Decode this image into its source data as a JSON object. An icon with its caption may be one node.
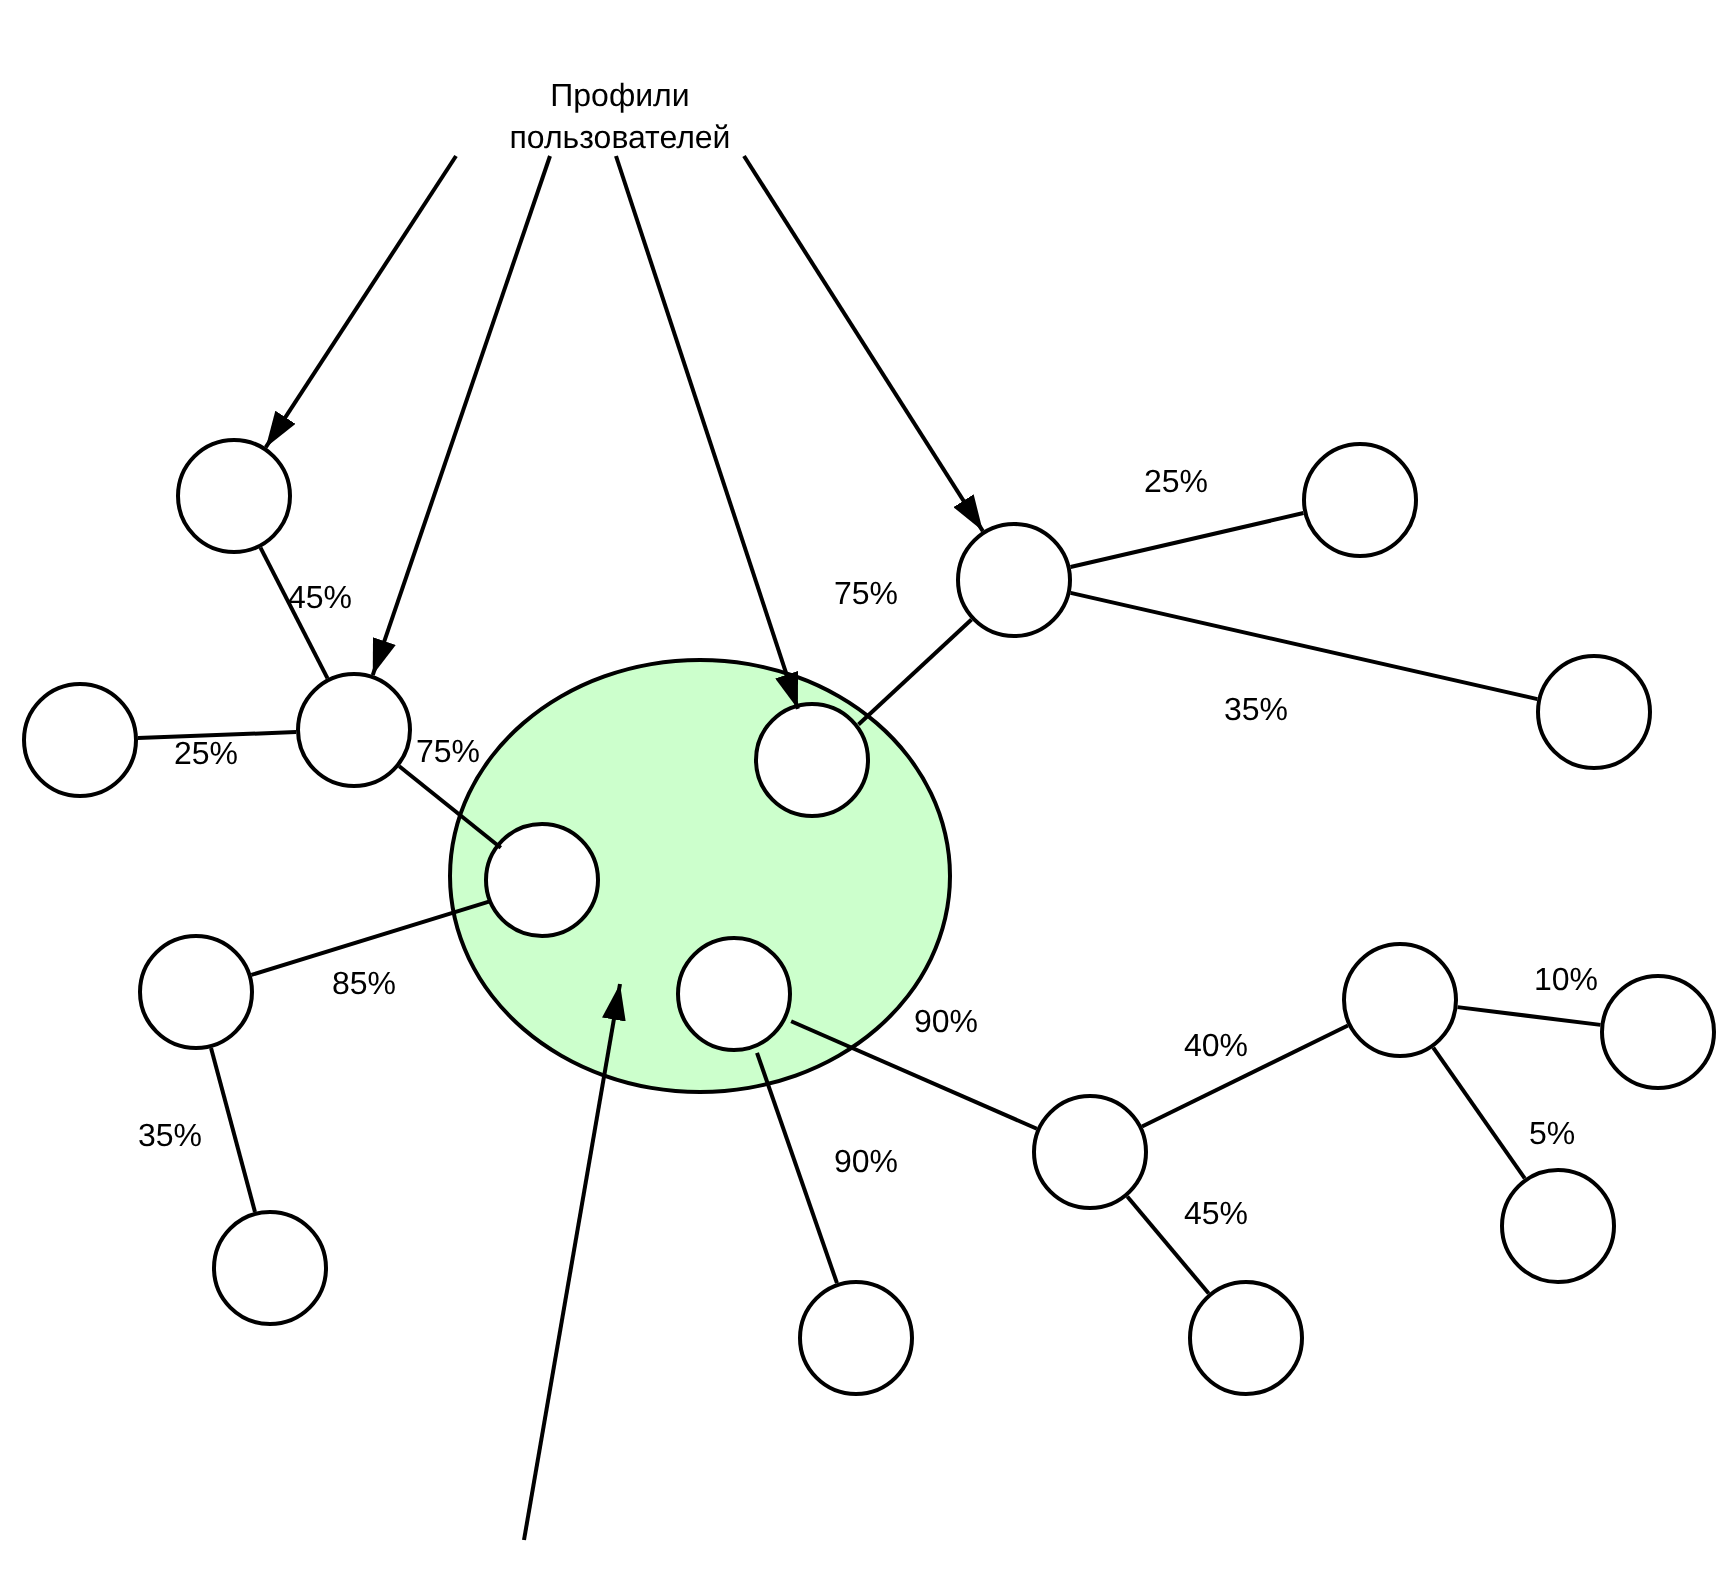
{
  "diagram": {
    "nodes": [
      {
        "text": [
          "Профили пользователей"
        ]
      },
      {
        "text": [],
        "shape": "ellipse"
      },
      {
        "text": [],
        "shape": "circle",
        "in": 1
      },
      {
        "text": [],
        "shape": "circle",
        "in": 1
      },
      {
        "text": [],
        "shape": "circle",
        "in": 1
      },
      {
        "text": [],
        "shape": "circle"
      },
      {
        "text": [],
        "shape": "circle"
      },
      {
        "text": [],
        "shape": "circle"
      },
      {
        "text": [],
        "shape": "circle"
      },
      {
        "text": [],
        "shape": "circle"
      },
      {
        "text": [],
        "shape": "circle"
      },
      {
        "text": [],
        "shape": "circle"
      },
      {
        "text": [],
        "shape": "circle"
      },
      {
        "text": [],
        "shape": "circle"
      },
      {
        "text": [],
        "shape": "circle"
      },
      {
        "text": [],
        "shape": "circle"
      },
      {
        "text": [],
        "shape": "circle"
      },
      {
        "text": [],
        "shape": "circle"
      },
      {
        "text": [],
        "shape": "circle"
      }
    ],
    "edges": [
      {
        "from": 0,
        "to": 5,
        "arrow": "to"
      },
      {
        "from": 0,
        "to": 6,
        "arrow": "to"
      },
      {
        "from": 0,
        "to": 2,
        "arrow": "to"
      },
      {
        "from": 0,
        "to": 10,
        "arrow": "to"
      },
      {
        "from": null,
        "to": 1,
        "arrow": "to"
      },
      {
        "from": 5,
        "to": 6,
        "label": "45%",
        "arrow": "none"
      },
      {
        "from": 7,
        "to": 6,
        "label": "25%",
        "arrow": "none"
      },
      {
        "from": 6,
        "to": 3,
        "label": "75%",
        "arrow": "none"
      },
      {
        "from": 8,
        "to": 3,
        "label": "85%",
        "arrow": "none"
      },
      {
        "from": 8,
        "to": 9,
        "label": "35%",
        "arrow": "none"
      },
      {
        "from": 2,
        "to": 10,
        "label": "75%",
        "arrow": "none"
      },
      {
        "from": 10,
        "to": 11,
        "label": "25%",
        "arrow": "none"
      },
      {
        "from": 10,
        "to": 12,
        "label": "35%",
        "arrow": "none"
      },
      {
        "from": 4,
        "to": 13,
        "label": "90%",
        "arrow": "none"
      },
      {
        "from": 4,
        "to": 17,
        "label": "90%",
        "arrow": "none"
      },
      {
        "from": 13,
        "to": 14,
        "label": "40%",
        "arrow": "none"
      },
      {
        "from": 13,
        "to": 18,
        "label": "45%",
        "arrow": "none"
      },
      {
        "from": 14,
        "to": 15,
        "label": "10%",
        "arrow": "none"
      },
      {
        "from": 14,
        "to": 16,
        "label": "5%",
        "arrow": "none"
      }
    ]
  }
}
